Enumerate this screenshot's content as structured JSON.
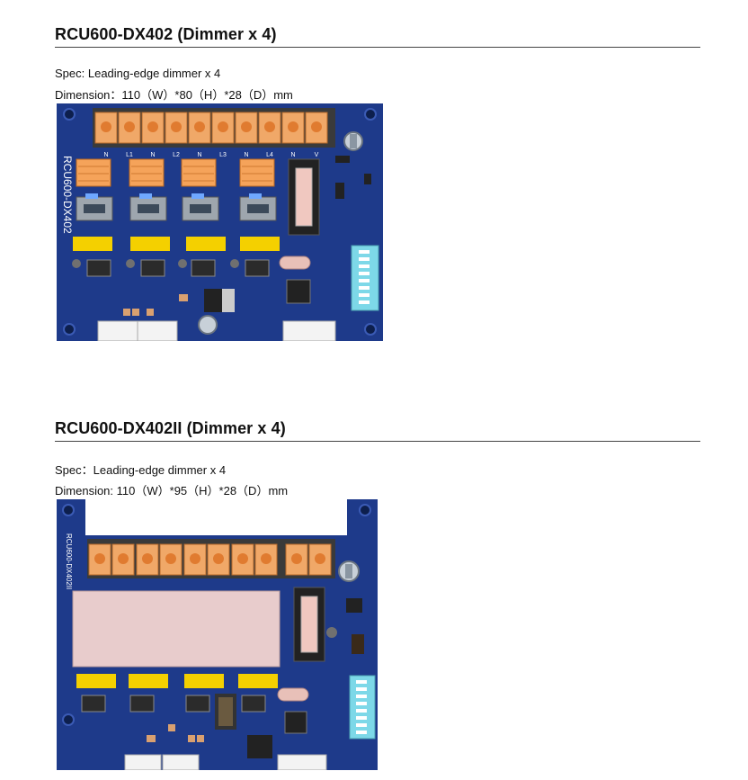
{
  "products": [
    {
      "title": "RCU600-DX402 (Dimmer x 4)",
      "spec": "Spec: Leading-edge dimmer x 4",
      "dimension": "Dimension：110（W）*80（H）*28（D）mm",
      "board_label": "RCU600-DX402",
      "terminal_labels": [
        "N",
        "L1",
        "N",
        "L2",
        "N",
        "L3",
        "N",
        "L4",
        "N",
        "V"
      ]
    },
    {
      "title": "RCU600-DX402II (Dimmer x 4)",
      "spec": "Spec：Leading-edge dimmer x 4",
      "dimension": "Dimension: 110（W）*95（H）*28（D）mm",
      "board_label": "RCU600-DX402II"
    }
  ],
  "colors": {
    "pcb": "#1e3a8a",
    "terminal": "#f0a868",
    "relay": "#f4d000",
    "dip": "#7dd8e8"
  }
}
